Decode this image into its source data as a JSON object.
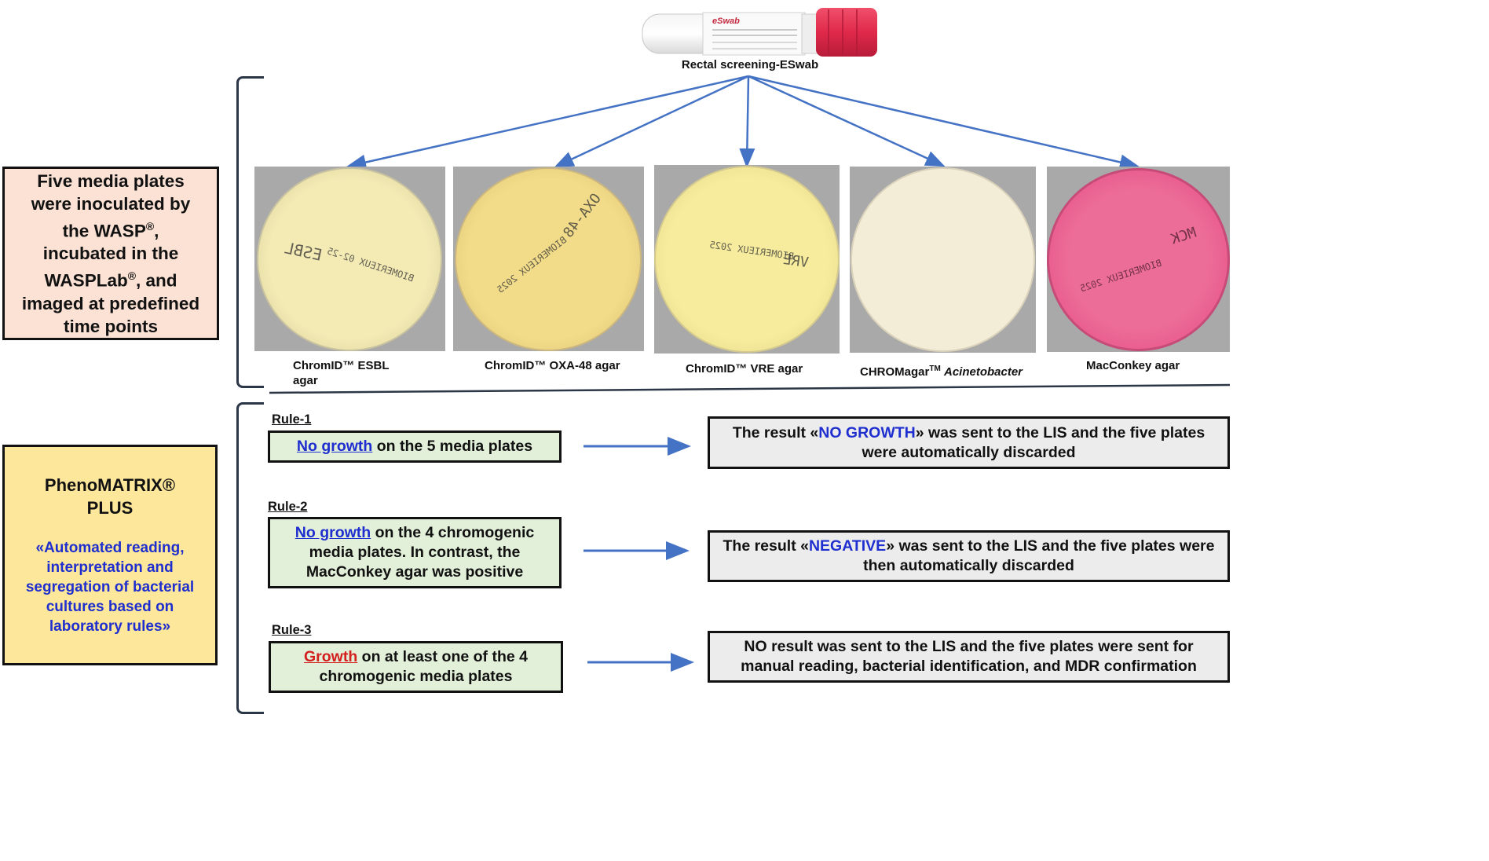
{
  "left_top": {
    "line1": "Five media plates",
    "line2": "were inoculated by",
    "line3": "the WASP",
    "line3_sup": "®",
    "line3_end": ",",
    "line4": "incubated in the",
    "line5": "WASPLab",
    "line5_sup": "®",
    "line5_end": ", and",
    "line6": "imaged at predefined",
    "line7": "time points"
  },
  "left_bottom": {
    "title1": "PhenoMATRIX®",
    "title2": "PLUS",
    "subtitle": "«Automated reading, interpretation and segregation of bacterial cultures based on laboratory rules»"
  },
  "swab": {
    "label": "Rectal screening-ESwab",
    "brand": "eSwab",
    "cap_color": "#e0294a"
  },
  "plates": [
    {
      "label": "ChromID™ ESBL",
      "label_line2": "agar",
      "color": "#f3eab4",
      "marking": "ESBL"
    },
    {
      "label": "ChromID™ OXA-48 agar",
      "label_line2": "",
      "color": "#f2dc8a",
      "marking": "OXA-48"
    },
    {
      "label": "ChromID™ VRE agar",
      "label_line2": "",
      "color": "#f7ec9e",
      "marking": "VRE"
    },
    {
      "label": "CHROMagar",
      "label_tm": "TM",
      "label_italic": "Acinetobacter",
      "color": "#f3ecd7",
      "marking": ""
    },
    {
      "label": "MacConkey agar",
      "label_line2": "",
      "color": "#e8578a",
      "marking": "MCK"
    }
  ],
  "rules": [
    {
      "label": "Rule-1",
      "keyword": "No growth",
      "keyword_color": "blue",
      "text": " on the 5 media plates",
      "result_pre": "The result «",
      "result_kw": "NO GROWTH",
      "result_post": "» was sent to the LIS and the five plates were automatically discarded"
    },
    {
      "label": "Rule-2",
      "keyword": "No growth",
      "keyword_color": "blue",
      "text": " on the 4 chromogenic media plates. In contrast, the MacConkey agar was positive",
      "result_pre": "The result «",
      "result_kw": "NEGATIVE",
      "result_post": "» was sent to the LIS and the five plates were then automatically discarded"
    },
    {
      "label": "Rule-3",
      "keyword": "Growth",
      "keyword_color": "red",
      "text": " on at least one of the 4 chromogenic media plates",
      "result_pre": "NO result was sent to the LIS and the five plates were sent for manual reading, bacterial identification, and MDR confirmation",
      "result_kw": "",
      "result_post": ""
    }
  ],
  "colors": {
    "arrow": "#4472c4",
    "bracket": "#2b3646",
    "left_top_bg": "#fbe2d5",
    "left_bottom_bg": "#fde79a",
    "rule_bg": "#e2efd9",
    "result_bg": "#ececec",
    "highlight_blue": "#1f2fcf",
    "highlight_red": "#d41f1f"
  }
}
